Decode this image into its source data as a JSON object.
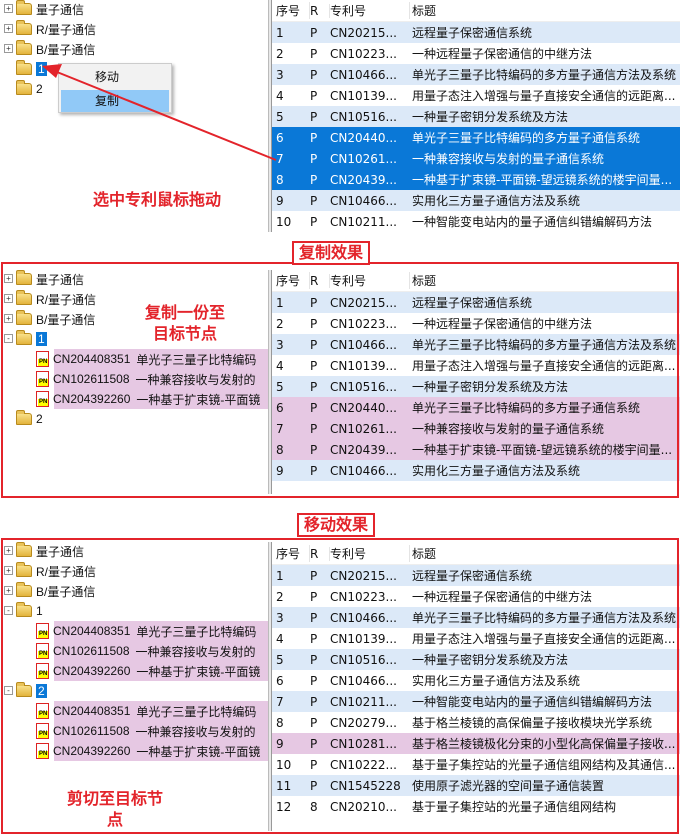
{
  "tree_roots": [
    "量子通信",
    "R/量子通信",
    "B/量子通信"
  ],
  "folders": [
    "1",
    "2"
  ],
  "context_menu": {
    "move": "移动",
    "copy": "复制"
  },
  "columns": [
    "序号",
    "R",
    "专利号",
    "标题"
  ],
  "moved_items": [
    {
      "no": "CN204408351",
      "title": "单光子三量子比特编码"
    },
    {
      "no": "CN102611508",
      "title": "一种兼容接收与发射的"
    },
    {
      "no": "CN204392260",
      "title": "一种基于扩束镜-平面镜"
    }
  ],
  "panel1": {
    "annotation": "选中专利鼠标拖动",
    "rows": [
      [
        "1",
        "P",
        "CN20215...",
        "远程量子保密通信系统"
      ],
      [
        "2",
        "P",
        "CN10223...",
        "一种远程量子保密通信的中继方法"
      ],
      [
        "3",
        "P",
        "CN10466...",
        "单光子三量子比特编码的多方量子通信方法及系统"
      ],
      [
        "4",
        "P",
        "CN10139...",
        "用量子态注入增强与量子直接安全通信的远距离..."
      ],
      [
        "5",
        "P",
        "CN10516...",
        "一种量子密钥分发系统及方法"
      ],
      [
        "6",
        "P",
        "CN20440...",
        "单光子三量子比特编码的多方量子通信系统"
      ],
      [
        "7",
        "P",
        "CN10261...",
        "一种兼容接收与发射的量子通信系统"
      ],
      [
        "8",
        "P",
        "CN20439...",
        "一种基于扩束镜-平面镜-望远镜系统的楼宇间量..."
      ],
      [
        "9",
        "P",
        "CN10466...",
        "实用化三方量子通信方法及系统"
      ],
      [
        "10",
        "P",
        "CN10211...",
        "一种智能变电站内的量子通信纠错编解码方法"
      ]
    ]
  },
  "panel2": {
    "title": "复制效果",
    "annotation_line1": "复制一份至",
    "annotation_line2": "目标节点",
    "rows": [
      [
        "1",
        "P",
        "CN20215...",
        "远程量子保密通信系统"
      ],
      [
        "2",
        "P",
        "CN10223...",
        "一种远程量子保密通信的中继方法"
      ],
      [
        "3",
        "P",
        "CN10466...",
        "单光子三量子比特编码的多方量子通信方法及系统"
      ],
      [
        "4",
        "P",
        "CN10139...",
        "用量子态注入增强与量子直接安全通信的远距离..."
      ],
      [
        "5",
        "P",
        "CN10516...",
        "一种量子密钥分发系统及方法"
      ],
      [
        "6",
        "P",
        "CN20440...",
        "单光子三量子比特编码的多方量子通信系统"
      ],
      [
        "7",
        "P",
        "CN10261...",
        "一种兼容接收与发射的量子通信系统"
      ],
      [
        "8",
        "P",
        "CN20439...",
        "一种基于扩束镜-平面镜-望远镜系统的楼宇间量..."
      ],
      [
        "9",
        "P",
        "CN10466...",
        "实用化三方量子通信方法及系统"
      ]
    ]
  },
  "panel3": {
    "title": "移动效果",
    "annotation": "剪切至目标节点",
    "rows": [
      [
        "1",
        "P",
        "CN20215...",
        "远程量子保密通信系统"
      ],
      [
        "2",
        "P",
        "CN10223...",
        "一种远程量子保密通信的中继方法"
      ],
      [
        "3",
        "P",
        "CN10466...",
        "单光子三量子比特编码的多方量子通信方法及系统"
      ],
      [
        "4",
        "P",
        "CN10139...",
        "用量子态注入增强与量子直接安全通信的远距离..."
      ],
      [
        "5",
        "P",
        "CN10516...",
        "一种量子密钥分发系统及方法"
      ],
      [
        "6",
        "P",
        "CN10466...",
        "实用化三方量子通信方法及系统"
      ],
      [
        "7",
        "P",
        "CN10211...",
        "一种智能变电站内的量子通信纠错编解码方法"
      ],
      [
        "8",
        "P",
        "CN20279...",
        "基于格兰棱镜的高保偏量子接收模块光学系统"
      ],
      [
        "9",
        "P",
        "CN10281...",
        "基于格兰棱镜极化分束的小型化高保偏量子接收..."
      ],
      [
        "10",
        "P",
        "CN10222...",
        "基于量子集控站的光量子通信组网结构及其通信..."
      ],
      [
        "11",
        "P",
        "CN1545228",
        "使用原子滤光器的空间量子通信装置"
      ],
      [
        "12",
        "8",
        "CN20210...",
        "基于量子集控站的光量子通信组网结构"
      ]
    ]
  },
  "colors": {
    "accent": "#0a78d7",
    "annotation": "#e3242b",
    "pink": "#e6c8e3",
    "stripe": "#dce9f8"
  }
}
